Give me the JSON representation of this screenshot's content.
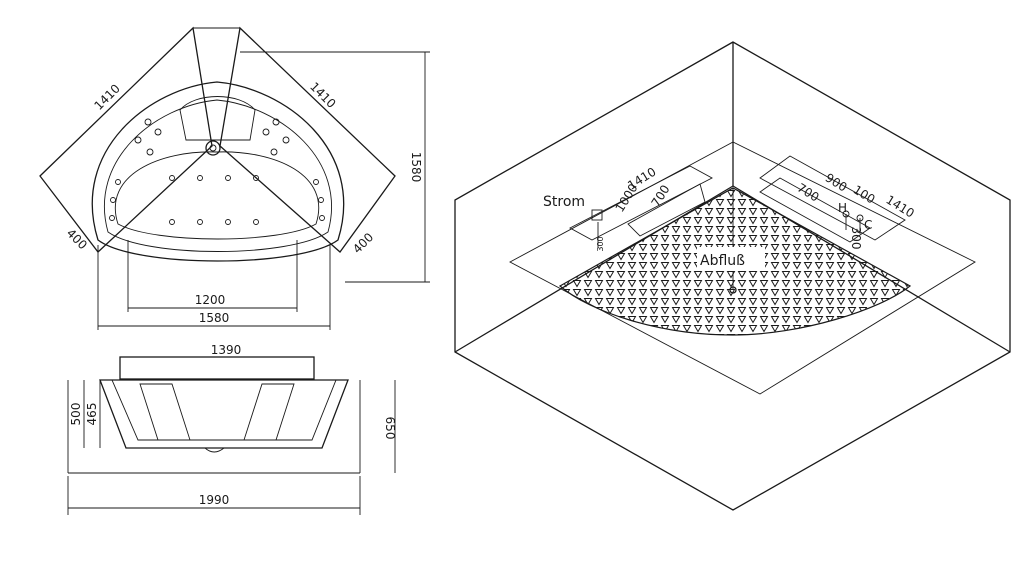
{
  "top_view": {
    "dim_side_left": "1410",
    "dim_side_right": "1410",
    "dim_height": "1580",
    "dim_corner_left": "400",
    "dim_corner_right": "400",
    "dim_inner_width": "1200",
    "dim_total_width": "1580"
  },
  "side_view": {
    "dim_top": "1390",
    "dim_depth_outer": "500",
    "dim_depth_inner": "465",
    "dim_height": "650",
    "dim_width": "1990"
  },
  "iso_view": {
    "label_power": "Strom",
    "label_drain": "Abfluß",
    "label_hot": "H",
    "label_cold": "C",
    "dim_left_1410": "1410",
    "dim_left_1000": "1000",
    "dim_left_700": "700",
    "dim_left_300": "300",
    "dim_right_900": "900",
    "dim_right_100": "100",
    "dim_right_1410": "1410",
    "dim_right_700": "700",
    "dim_right_300": "300"
  }
}
